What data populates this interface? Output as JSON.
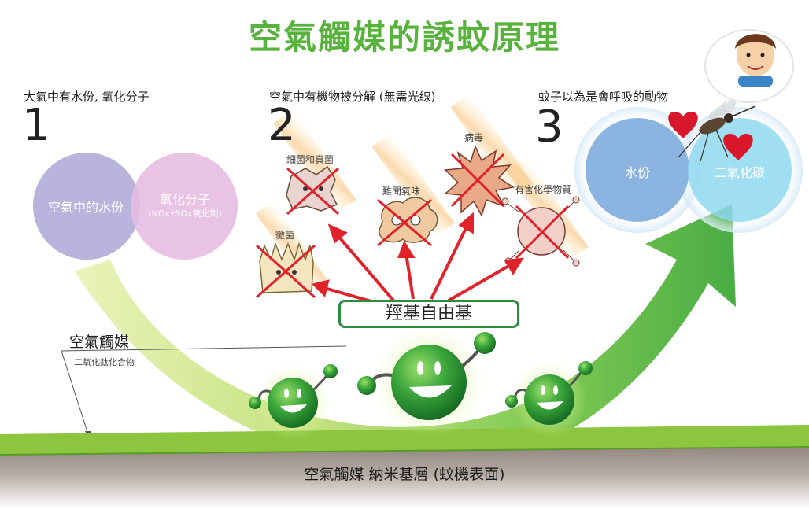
{
  "title": "空氣觸媒的誘蚊原理",
  "steps": [
    {
      "number": "1",
      "caption": "大氣中有水份, 氧化分子"
    },
    {
      "number": "2",
      "caption": "空氣中有機物被分解 (無需光線)"
    },
    {
      "number": "3",
      "caption": "蚊子以為是會呼吸的動物"
    }
  ],
  "step1_venn": {
    "left_label": "空氣中的水份",
    "right_label": "氧化分子",
    "right_sublabel": "(NOx•SOx氧化劑)"
  },
  "step3_venn": {
    "left_label": "水份",
    "right_label": "二氧化碳"
  },
  "pollutants": [
    "細菌和真菌",
    "病毒",
    "難聞氣味",
    "有害化學物質",
    "黴菌"
  ],
  "hydroxyl_label": "羥基自由基",
  "catalyst": {
    "label": "空氣觸媒",
    "sublabel": "二氧化鈦化合物"
  },
  "ground_label": "空氣觸媒 納米基層 (蚊機表面)",
  "colors": {
    "title": "#58b33c",
    "arrow_green": "#6cc23a",
    "red_arrow": "#e0222a",
    "venn1_left": "#b9b4dc",
    "venn1_right": "#e6bde0",
    "venn3_left": "#8bb5e0",
    "venn3_right": "#8fd8f0",
    "ground": "#a69a92",
    "grass": "#8cc63f"
  },
  "icons": [
    "mosquito-icon",
    "heart-icon",
    "boy-face-icon",
    "catalyst-character-icon",
    "bacteria-icon",
    "virus-icon",
    "odor-icon",
    "chemical-icon",
    "mold-icon"
  ]
}
